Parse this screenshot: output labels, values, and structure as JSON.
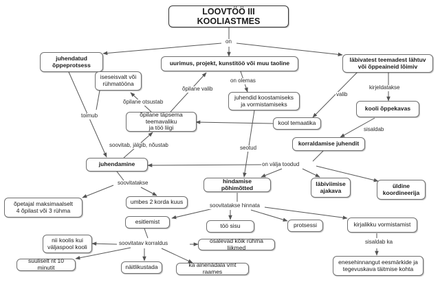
{
  "title": "LOOVTÖÖ III KOOLIASTMES",
  "nodes": {
    "juhendatud": "juhendatud\nõppeprotsess",
    "uurimus": "uurimus, projekt, kunstitöö või muu taoline",
    "labivatest": "läbivatest teemadest lähtuv\nvõi õppeaineid lõimiv",
    "iseseisvalt": "iseseisvalt või\nrühmatööna",
    "juhendid": "juhendid koostamiseks\nja vormistamiseks",
    "tapsema": "õpilane täpsema teemavaliku\nja töö liigi",
    "kooli_teema": "kool temaatika",
    "kooli_oppekavas": "kooli õppekavas",
    "korraldamise": "korraldamise juhendit",
    "juhendamine": "juhendamine",
    "hindamise": "hindamise põhimõtted",
    "labiviimise": "läbiviimise\najakava",
    "uldine": "üldine\nkoordineerija",
    "opetajal": "õpetajal maksimaalselt\n4 õpilast või 3 rühma",
    "umbes": "umbes 2 korda kuus",
    "esitlemist": "esitlemist",
    "too_sisu": "töö sisu",
    "protsessi": "protsessi",
    "kirjalikku": "kirjalikku vormistamist",
    "nii_koolis": "nii koolis kui\nväljaspool kooli",
    "osalevad": "osalevad kõik rühma liikmed",
    "suuliselt": "suuliselt nt 10 minutit",
    "naitlikustada": "näitlikustada",
    "ainenadala": "ka ainenädala vmt raames",
    "enesehinnangut": "enesehinnangut eesmärkide ja\ntegevuskava täitmise kohta"
  },
  "labels": {
    "on": "on",
    "on_olemas": "on olemas",
    "opilane_valib": "õpilane valib",
    "opilane_otsustab": "õpilane otsustab",
    "toimub": "toimub",
    "valib": "valib",
    "kirjeldatakse": "kirjeldatakse",
    "sisaldab": "sisaldab",
    "seotud": "seotud",
    "soovitab": "soovitab, jälgib, nõustab",
    "on_valja_toodud": "on välja toodud",
    "soovitatakse": "soovitatakse",
    "soovitatakse_hinnata": "soovitatakse hinnata",
    "soovitatav_korraldus": "soovitatav korraldus",
    "sisaldab_ka": "sisaldab ka"
  },
  "colors": {
    "line": "#555555",
    "border": "#6e6e6e"
  }
}
